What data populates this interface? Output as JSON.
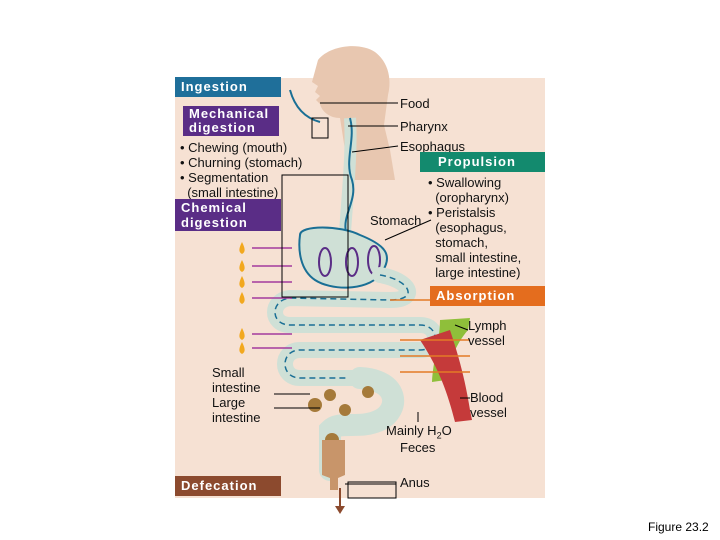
{
  "figure": {
    "caption": "Figure 23.2",
    "colors": {
      "panel": "#f6e1d3",
      "ingestion_box": "#1f6f9a",
      "digestion_box": "#5a2d86",
      "propulsion_box": "#138a6e",
      "absorption_box": "#e46d1e",
      "defecation_box": "#8c4a2e",
      "intestine": "#cfe0d6",
      "wave": "#1a6f95",
      "enzyme_drop": "#f2a81e",
      "arrow_purple": "#a33a9e",
      "arrow_orange": "#e47a26",
      "lymph": "#8fbf3a",
      "blood": "#c53a3a",
      "feces": "#a57a3a"
    },
    "left": {
      "ingestion": "Ingestion",
      "mechanical_digestion": "Mechanical\ndigestion",
      "mechanical_items": "• Chewing (mouth)\n• Churning (stomach)\n• Segmentation\n  (small intestine)",
      "chemical_digestion": "Chemical\ndigestion",
      "small_large_intestine": "Small\nintestine\nLarge\nintestine",
      "defecation": "Defecation"
    },
    "right": {
      "food": "Food",
      "pharynx": "Pharynx",
      "esophagus": "Esophagus",
      "propulsion": "Propulsion",
      "propulsion_items": "• Swallowing\n  (oropharynx)\n• Peristalsis\n  (esophagus,\n  stomach,\n  small intestine,\n  large intestine)",
      "stomach": "Stomach",
      "absorption": "Absorption",
      "lymph_vessel": "Lymph\nvessel",
      "blood_vessel": "Blood\nvessel",
      "mainly_h2o": "Mainly H",
      "h2o_sub": "2",
      "h2o_o": "O",
      "feces": "Feces",
      "anus": "Anus"
    }
  }
}
